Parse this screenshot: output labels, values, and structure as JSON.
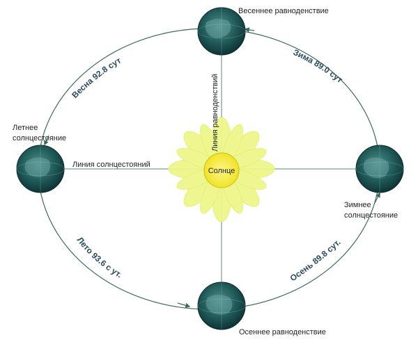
{
  "sun": {
    "label": "Солнце"
  },
  "lines": {
    "solstice_line": "Линия солнцестояний",
    "equinox_line": "Линия равноденствий"
  },
  "positions": {
    "spring_equinox": "Весеннее равноденствие",
    "summer_solstice_line1": "Летнее",
    "summer_solstice_line2": "солнцестояние",
    "winter_solstice_line1": "Зимнее",
    "winter_solstice_line2": "солнцестояние",
    "autumn_equinox": "Осеннее равноденствие"
  },
  "seasons": {
    "spring": "Весна 92.8 сут",
    "winter": "Зима 89.0 сут",
    "summer": "Лето 93.6 с ут.",
    "autumn": "Осень 89.8 сут."
  },
  "colors": {
    "orbit": "#3a6a58",
    "sun_core": "#f7ee3a",
    "sun_rays": "#eef78a",
    "earth": "#1f5a58",
    "season_text": "#2a4a60"
  }
}
